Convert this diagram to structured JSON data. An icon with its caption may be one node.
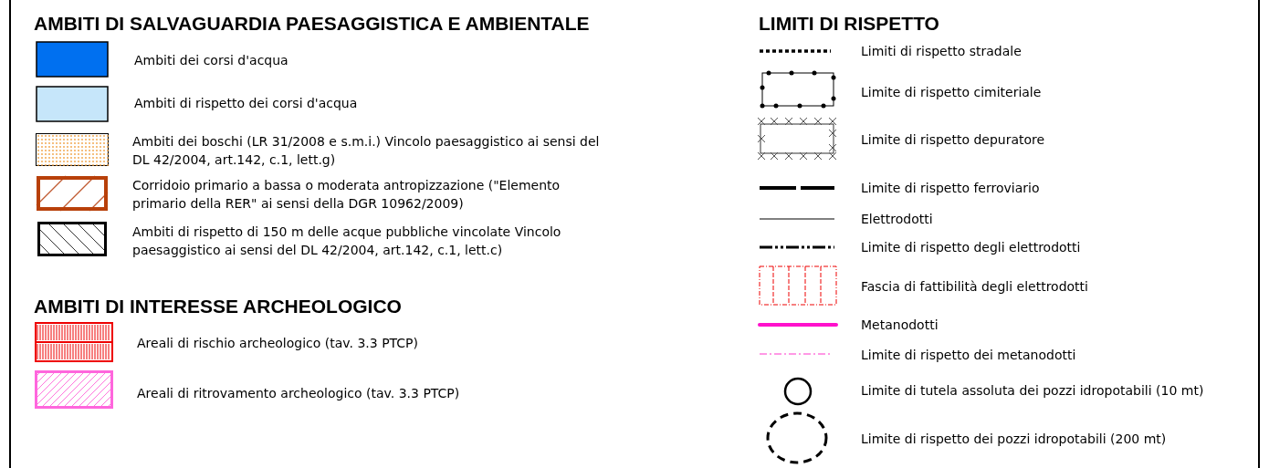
{
  "diagram": {
    "labels": [
      "AMBITI DI SALVAGUARDIA PAESAGGISTICA E AMBIENTALE",
      "AMBITI DI INTERESSE ARCHEOLOGICO",
      "LIMITI DI RISPETTO"
    ],
    "legend": [
      {
        "text": "Ambiti dei corsi d'acqua",
        "color": "#0070f0"
      },
      {
        "text": "Ambiti di rispetto dei corsi d'acqua",
        "color": "#c6e6fa"
      },
      {
        "text": "Ambiti dei boschi (LR 31/2008 e s.m.i.) Vincolo paesaggistico ai sensi del DL 42/2004, art.142, c.1, lett.g)"
      },
      {
        "text": "Corridoio primario a bassa o moderata antropizzazione (\"Elemento primario della RER\" ai sensi della DGR 10962/2009)"
      },
      {
        "text": "Ambiti di rispetto di 150 m delle acque pubbliche vincolate Vincolo paesaggistico ai sensi del DL 42/2004, art.142, c.1, lett.c)"
      },
      {
        "text": "Areali di rischio archeologico (tav. 3.3 PTCP)"
      },
      {
        "text": "Areali di ritrovamento archeologico (tav. 3.3 PTCP)"
      },
      {
        "text": "Limiti di rispetto stradale"
      },
      {
        "text": "Limite di rispetto cimiteriale"
      },
      {
        "text": "Limite di rispetto depuratore"
      },
      {
        "text": "Limite di rispetto ferroviario"
      },
      {
        "text": "Elettrodotti"
      },
      {
        "text": "Limite di rispetto degli elettrodotti"
      },
      {
        "text": "Fascia di fattibilità degli elettrodotti"
      },
      {
        "text": "Metanodotti"
      },
      {
        "text": "Limite di rispetto dei metanodotti"
      },
      {
        "text": "Limite di tutela assoluta dei pozzi idropotabili (10 mt)"
      },
      {
        "text": "Limite di rispetto dei pozzi idropotabili (200 mt)"
      }
    ]
  }
}
